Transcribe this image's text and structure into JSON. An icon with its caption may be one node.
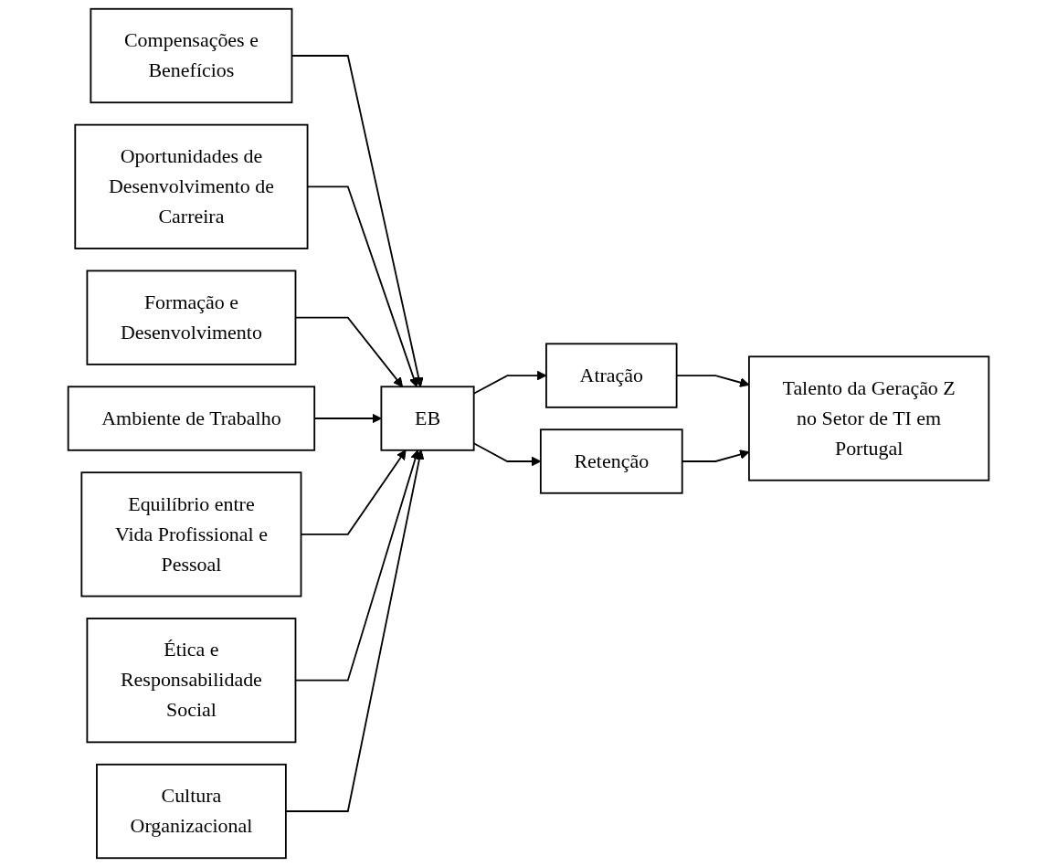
{
  "diagram": {
    "nodes": [
      {
        "text": [
          "Compensações e Benefícios"
        ]
      },
      {
        "text": [
          "Oportunidades de Desenvolvimento de Carreira"
        ]
      },
      {
        "text": [
          "Formação e Desenvolvimento"
        ]
      },
      {
        "text": [
          "Ambiente de Trabalho"
        ]
      },
      {
        "text": [
          "Equilíbrio entre Vida Profissional e Pessoal"
        ]
      },
      {
        "text": [
          "Ética e Responsabilidade Social"
        ]
      },
      {
        "text": [
          "Cultura Organizacional"
        ]
      },
      {
        "text": [
          "EB"
        ]
      },
      {
        "text": [
          "Atração"
        ]
      },
      {
        "text": [
          "Retenção"
        ]
      },
      {
        "text": [
          "Talento da Geração Z no Setor de TI em Portugal"
        ]
      }
    ],
    "edges": [
      {
        "from": 0,
        "to": 7,
        "arrow": "to"
      },
      {
        "from": 1,
        "to": 7,
        "arrow": "to"
      },
      {
        "from": 2,
        "to": 7,
        "arrow": "to"
      },
      {
        "from": 3,
        "to": 7,
        "arrow": "to"
      },
      {
        "from": 4,
        "to": 7,
        "arrow": "to"
      },
      {
        "from": 5,
        "to": 7,
        "arrow": "to"
      },
      {
        "from": 6,
        "to": 7,
        "arrow": "to"
      },
      {
        "from": 7,
        "to": 8,
        "arrow": "to"
      },
      {
        "from": 7,
        "to": 9,
        "arrow": "to"
      },
      {
        "from": 8,
        "to": 10,
        "arrow": "to"
      },
      {
        "from": 9,
        "to": 10,
        "arrow": "to"
      }
    ]
  }
}
